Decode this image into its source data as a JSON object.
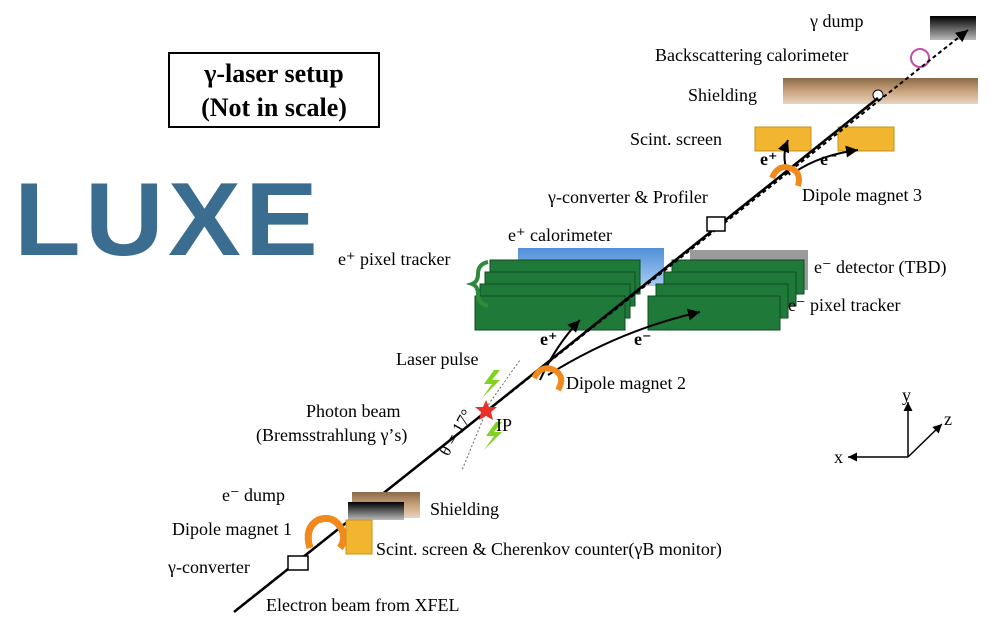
{
  "title": {
    "line1": "γ-laser setup",
    "line2": "(Not in scale)"
  },
  "logo": {
    "text": "LUXE",
    "color": "#3a6d8f"
  },
  "labels": {
    "gamma_dump": "γ dump",
    "backscatter_cal": "Backscattering calorimeter",
    "shielding_top": "Shielding",
    "scint_screen_top": "Scint. screen",
    "dipole3": "Dipole magnet 3",
    "gamma_converter_profiler": "γ-converter & Profiler",
    "eplus_calorimeter": "e⁺ calorimeter",
    "eplus_pixel_tracker": "e⁺ pixel tracker",
    "eminus_detector": "e⁻ detector (TBD)",
    "eminus_pixel_tracker": "e⁻ pixel tracker",
    "laser_pulse": "Laser pulse",
    "dipole2": "Dipole magnet 2",
    "photon_beam_1": "Photon beam",
    "photon_beam_2": "(Bremsstrahlung γ’s)",
    "ip": "IP",
    "theta": "θ = 17°",
    "eminus_dump": "e⁻ dump",
    "shielding_bottom": "Shielding",
    "dipole1": "Dipole magnet 1",
    "scint_cherenkov": "Scint. screen & Cherenkov counter(γB monitor)",
    "gamma_converter": "γ-converter",
    "electron_beam": "Electron beam from XFEL",
    "eplus_top": "e⁺",
    "eminus_top": "e⁻",
    "eplus_mid": "e⁺",
    "eminus_mid": "e⁻"
  },
  "axes": {
    "x": "x",
    "y": "y",
    "z": "z"
  },
  "colors": {
    "tracker_green": "#1f7a3a",
    "calorimeter_blue": "#6aa8e8",
    "detector_gray": "#9a9a9a",
    "shielding_brown": "#b78a5c",
    "screen_orange": "#f2b530",
    "magnet_orange": "#f08a1c",
    "laser_green": "#7ed321",
    "ip_red": "#e8302a",
    "calorimeter_pink": "#c24ea7"
  }
}
